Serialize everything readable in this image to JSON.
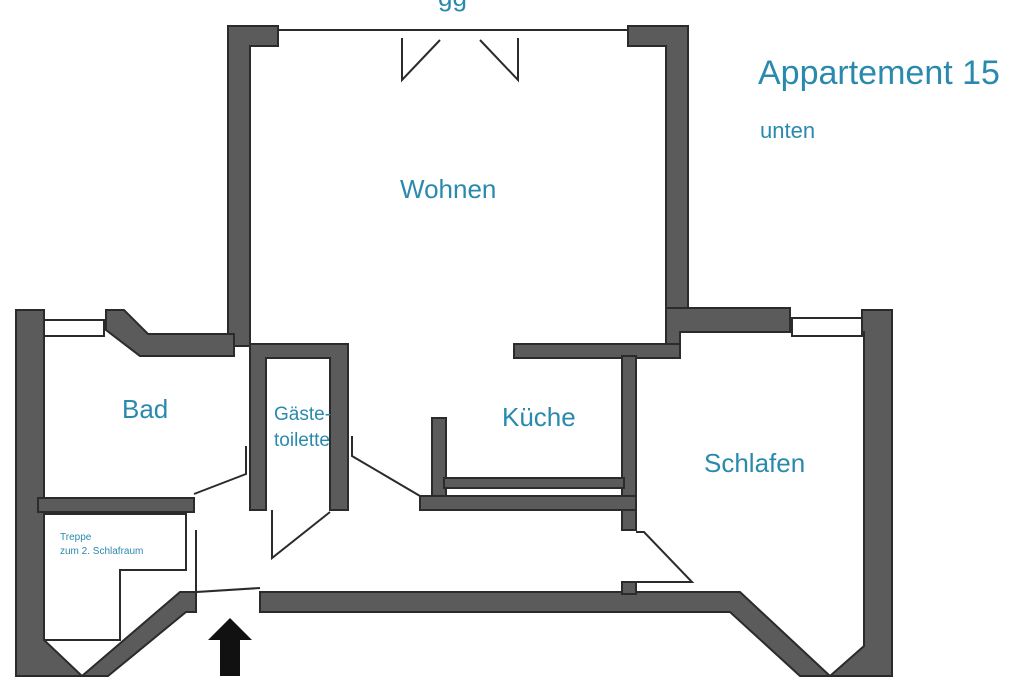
{
  "title": "Appartement 15",
  "subtitle": "unten",
  "top_cut_label": "gg",
  "rooms": {
    "wohnen": "Wohnen",
    "bad": "Bad",
    "gaeste_line1": "Gäste-",
    "gaeste_line2": "toilette",
    "kueche": "Küche",
    "schlafen": "Schlafen",
    "treppe_line1": "Treppe",
    "treppe_line2": "zum 2. Schlafraum"
  },
  "colors": {
    "label": "#2a8aad",
    "wall": "#5b5b5b",
    "outline": "#2b2b2b"
  },
  "icons": {
    "entrance": "entrance-arrow-icon"
  }
}
